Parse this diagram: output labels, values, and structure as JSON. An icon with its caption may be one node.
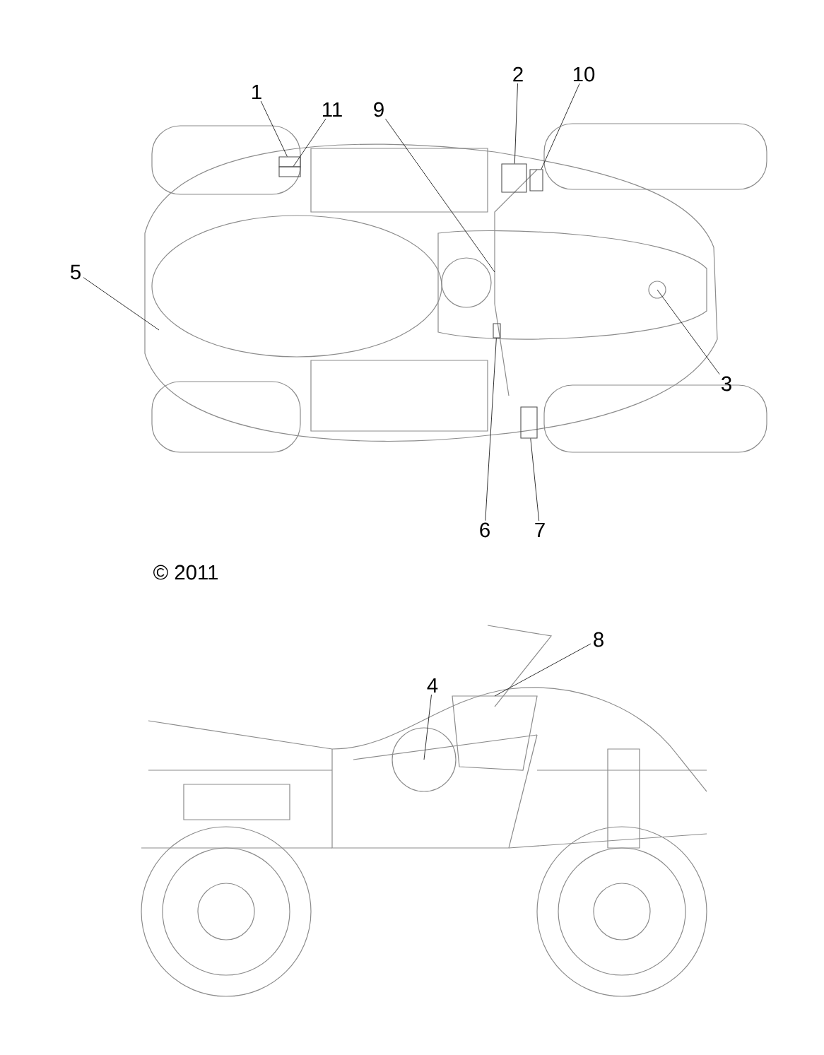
{
  "diagram": {
    "nodes": [
      {
        "text": [
          "2"
        ]
      },
      {
        "text": [
          "10"
        ]
      },
      {
        "text": [
          "1"
        ]
      },
      {
        "text": [
          "11"
        ]
      },
      {
        "text": [
          "9"
        ]
      },
      {
        "text": [
          "5"
        ]
      },
      {
        "text": [
          "3"
        ]
      },
      {
        "text": [
          "6"
        ]
      },
      {
        "text": [
          "7"
        ]
      },
      {
        "text": [
          "8"
        ]
      },
      {
        "text": [
          "4"
        ]
      },
      {
        "text": [],
        "shape": "box"
      },
      {
        "text": [],
        "shape": "box"
      },
      {
        "text": [],
        "shape": "box"
      },
      {
        "text": [],
        "shape": "box"
      },
      {
        "text": [],
        "shape": "box"
      },
      {
        "text": [],
        "shape": "box"
      }
    ],
    "edges": [
      {
        "from": 0,
        "to": 14,
        "arrow": "none"
      },
      {
        "from": 1,
        "to": 16,
        "arrow": "none"
      },
      {
        "from": 2,
        "to": 11,
        "arrow": "none"
      },
      {
        "from": 3,
        "to": 12,
        "arrow": "none"
      },
      {
        "from": 4,
        "to": null,
        "arrow": "none"
      },
      {
        "from": 5,
        "to": null,
        "arrow": "none"
      },
      {
        "from": 6,
        "to": null,
        "arrow": "none"
      },
      {
        "from": 7,
        "to": 13,
        "arrow": "none"
      },
      {
        "from": 8,
        "to": 15,
        "arrow": "none"
      },
      {
        "from": 9,
        "to": null,
        "arrow": "none"
      },
      {
        "from": 10,
        "to": null,
        "arrow": "none"
      }
    ],
    "labels": [
      "© 2011"
    ]
  }
}
